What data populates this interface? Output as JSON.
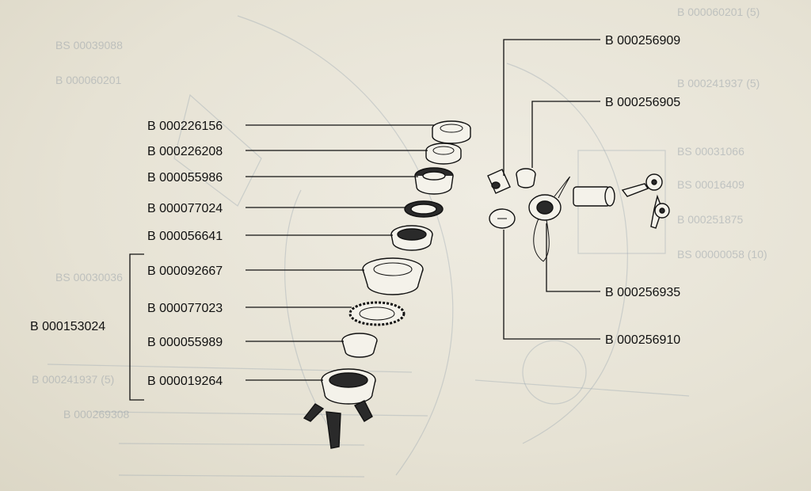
{
  "left_labels": [
    "B 000226156",
    "B 000226208",
    "B 000055986",
    "B 000077024",
    "B 000056641",
    "B 000092667",
    "B 000077023",
    "B 000055989",
    "B 000019264"
  ],
  "assembly_label": "B 000153024",
  "right_labels": [
    "B 000256909",
    "B 000256905",
    "B 000256935",
    "B 000256910"
  ],
  "ghost_labels": [
    "B 000060201 (5)",
    "BS 00039088",
    "B 000060201",
    "B 000241937 (5)",
    "BS 00031066",
    "BS 00016409",
    "B 000251875",
    "BS 00000058 (10)",
    "BS 00030036",
    "B 000241937 (5)",
    "B 000269308"
  ]
}
